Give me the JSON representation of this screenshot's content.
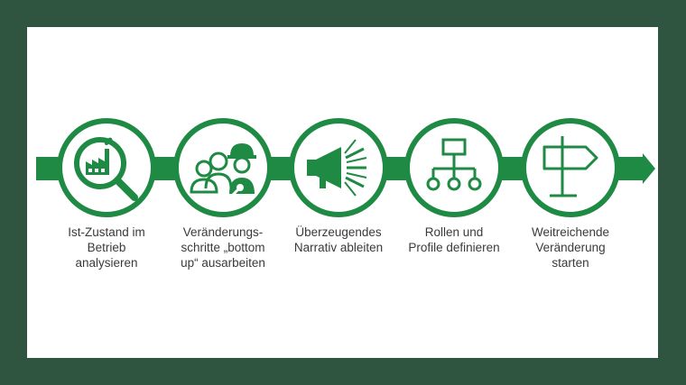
{
  "steps": [
    {
      "icon": "factory-search-icon",
      "label": "Ist-Zustand im\nBetrieb\nanalysieren"
    },
    {
      "icon": "team-worker-icon",
      "label": "Veränderungs-\nschritte „bottom\nup“ ausarbeiten"
    },
    {
      "icon": "megaphone-icon",
      "label": "Überzeugendes\nNarrativ ableiten"
    },
    {
      "icon": "org-chart-icon",
      "label": "Rollen und\nProfile definieren"
    },
    {
      "icon": "signpost-icon",
      "label": "Weitreichende\nVeränderung\nstarten"
    }
  ],
  "colors": {
    "frame": "#2f5440",
    "accent": "#1f8a44",
    "text": "#3a3a3a",
    "background": "#ffffff"
  }
}
